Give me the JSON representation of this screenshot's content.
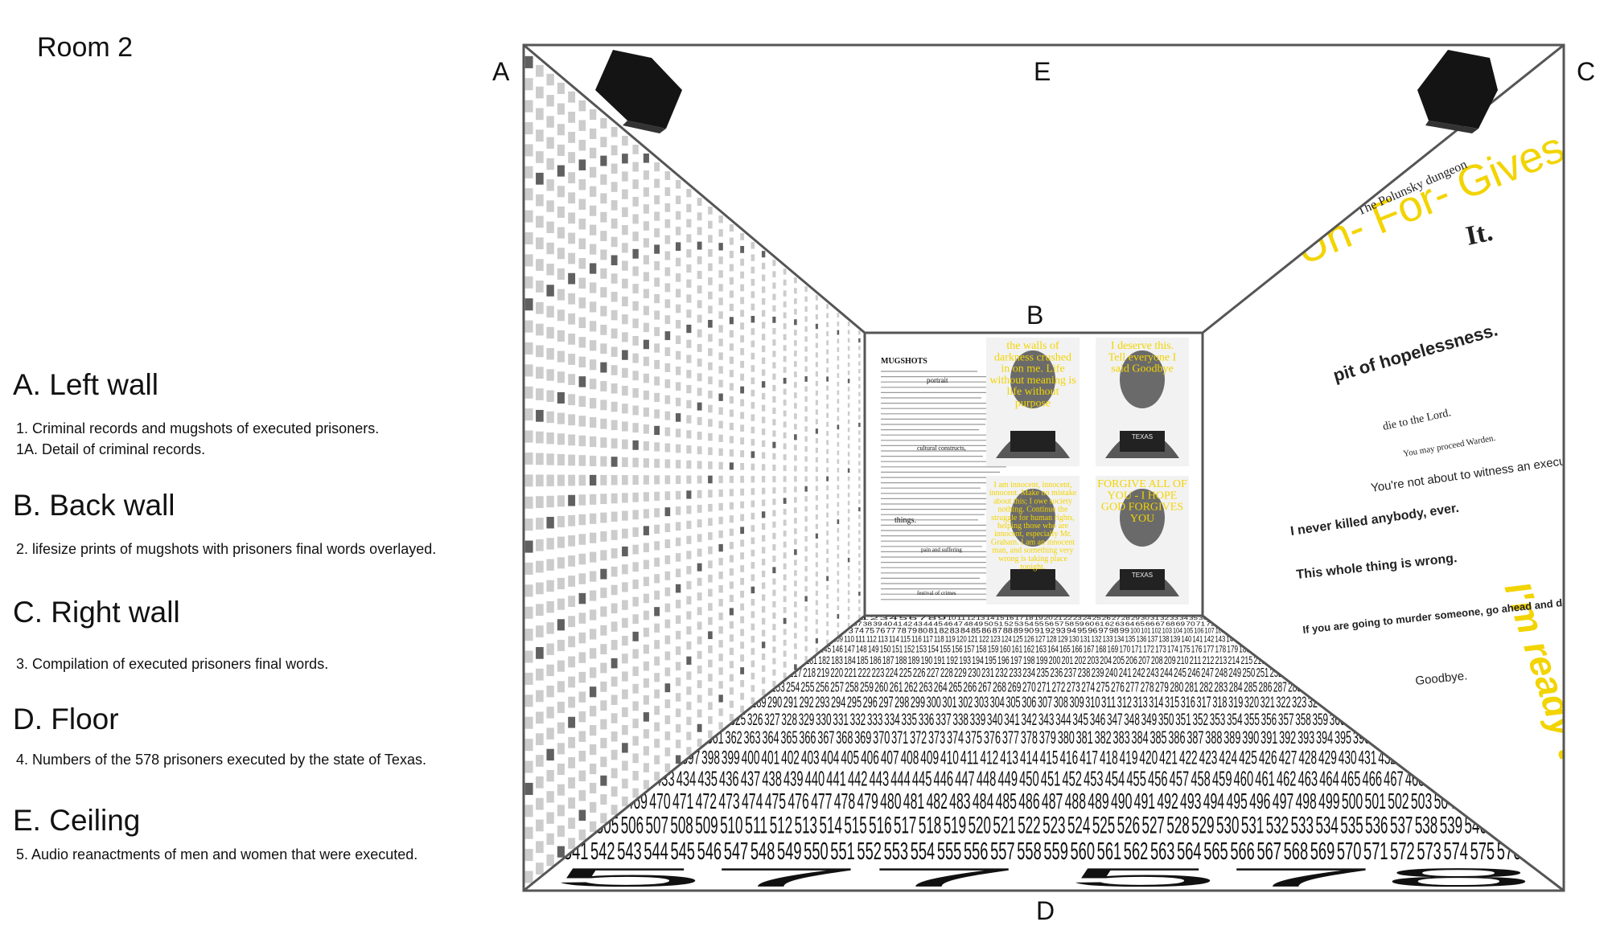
{
  "title": "Room 2",
  "sections": [
    {
      "heading": "A. Left wall",
      "items": [
        "1. Criminal records and mugshots of executed prisoners.",
        "1A. Detail of criminal records."
      ]
    },
    {
      "heading": "B. Back wall",
      "items": [
        "2. lifesize prints of mugshots with prisoners final words overlayed."
      ]
    },
    {
      "heading": "C. Right wall",
      "items": [
        "3. Compilation of executed prisoners final words."
      ]
    },
    {
      "heading": "D. Floor",
      "items": [
        "4. Numbers of the 578 prisoners executed by the state of Texas."
      ]
    },
    {
      "heading": "E. Ceiling",
      "items": [
        "5. Audio reanactments of men and women that were executed."
      ]
    }
  ],
  "wall_labels": {
    "a": "A",
    "b": "B",
    "c": "C",
    "d": "D",
    "e": "E"
  },
  "back_wall": {
    "doc_title": "MUGSHOTS",
    "doc_words": [
      "portrait",
      "cultural constructs,",
      "things.",
      "pain and suffering",
      "festival of crimes"
    ],
    "quotes": [
      "the walls of darkness crushed in on me. Life without meaning is life without purpose",
      "I deserve this. Tell everyone I said Goodbye",
      "I am innocent, innocent, innocent. Make no mistake about this; I owe society nothing. Continue the struggle for human rights, helping those who are innocent, especially Mr. Graham. I am an innocent man, and something very wrong is taking place tonight.",
      "FORGIVE ALL OF YOU - I HOPE GOD FORGIVES YOU"
    ],
    "placards": [
      "TEXAS",
      "TEXAS"
    ]
  },
  "right_wall": {
    "big_yellow": [
      "I'm ready to go home.",
      "Un- For- Gives- ness."
    ],
    "black_texts": [
      "You're not about to witness an execution, you are about to witness a murder.",
      "pit of hopelessness.",
      "It.",
      "I never killed anybody, ever.",
      "This whole thing is wrong.",
      "If you are going to murder someone, go ahead and do it.",
      "Goodbye.",
      "The Polunsky dungeon",
      "die to the Lord.",
      "You may proceed Warden."
    ]
  },
  "floor": {
    "first": 1,
    "last": 578
  },
  "colors": {
    "yellow": "#f2d400",
    "line": "#555555",
    "speaker": "#141414"
  }
}
